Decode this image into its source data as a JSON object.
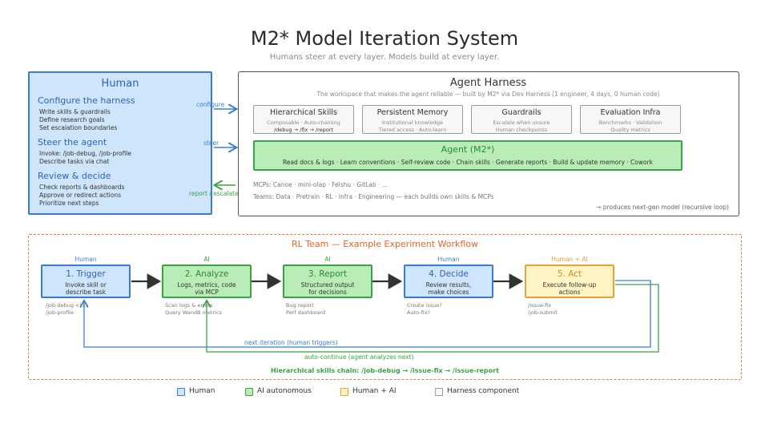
{
  "title": "M2* Model Iteration System",
  "subtitle": "Humans steer at every layer. Models build at every layer.",
  "human": {
    "title": "Human",
    "sections": [
      {
        "heading": "Configure the harness",
        "lines": [
          "Write skills & guardrails",
          "Define research goals",
          "Set escalation boundaries"
        ]
      },
      {
        "heading": "Steer the agent",
        "lines": [
          "Invoke: /job-debug, /job-profile",
          "Describe tasks via chat"
        ]
      },
      {
        "heading": "Review & decide",
        "lines": [
          "Check reports & dashboards",
          "Approve or redirect actions",
          "Prioritize next steps"
        ]
      }
    ]
  },
  "arrows": {
    "configure": "configure",
    "steer": "steer",
    "report": "report / escalate"
  },
  "harness": {
    "title": "Agent Harness",
    "subtitle": "The workspace that makes the agent reliable — built by M2* via Dev Harness (1 engineer, 4 days, 0 human code)",
    "components": [
      {
        "title": "Hierarchical Skills",
        "line1": "Composable · Auto-chaining",
        "line2": "/debug → /fix → /report"
      },
      {
        "title": "Persistent Memory",
        "line1": "Institutional knowledge",
        "line2": "Tiered access · Auto-learn"
      },
      {
        "title": "Guardrails",
        "line1": "Escalate when unsure",
        "line2": "Human checkpoints"
      },
      {
        "title": "Evaluation Infra",
        "line1": "Benchmarks · Validation",
        "line2": "Quality metrics"
      }
    ],
    "agent": {
      "title": "Agent (M2*)",
      "capabilities": "Read docs & logs · Learn conventions · Self-review code · Chain skills · Generate reports · Build & update memory · Cowork"
    },
    "mcps": "MCPs: Canoe · mini-olap · Feishu · GitLab · ...",
    "teams": "Teams: Data · Pretrain · RL · Infra · Engineering — each builds own skills & MCPs",
    "footer": "→ produces next-gen model (recursive loop)"
  },
  "rl": {
    "title": "RL Team — Example Experiment Workflow",
    "steps": [
      {
        "role": "Human",
        "title": "1. Trigger",
        "desc": "Invoke skill or\ndescribe task",
        "notes": "/job-debug <id>\n/job-profile"
      },
      {
        "role": "AI",
        "title": "2. Analyze",
        "desc": "Logs, metrics, code\nvia MCP",
        "notes": "Scan logs & errors\nQuery WandB metrics"
      },
      {
        "role": "AI",
        "title": "3. Report",
        "desc": "Structured output\nfor decisions",
        "notes": "Bug report\nPerf dashboard"
      },
      {
        "role": "Human",
        "title": "4. Decide",
        "desc": "Review results,\nmake choices",
        "notes": "Create issue?\nAuto-fix?"
      },
      {
        "role": "Human + AI",
        "title": "5. Act",
        "desc": "Execute follow-up\nactions",
        "notes": "/issue-fix\n/job-submit"
      }
    ],
    "loop_human": "next iteration (human triggers)",
    "loop_ai": "auto-continue (agent analyzes next)",
    "chain": "Hierarchical skills chain: /job-debug → /issue-fix → /issue-report"
  },
  "legend": [
    "Human",
    "AI autonomous",
    "Human + AI",
    "Harness component"
  ],
  "colors": {
    "human": "#3a7bd5",
    "ai": "#3aa344",
    "human_ai": "#e8a13a",
    "harness": "#9a9a9a",
    "rl_border": "#e07d3c"
  }
}
